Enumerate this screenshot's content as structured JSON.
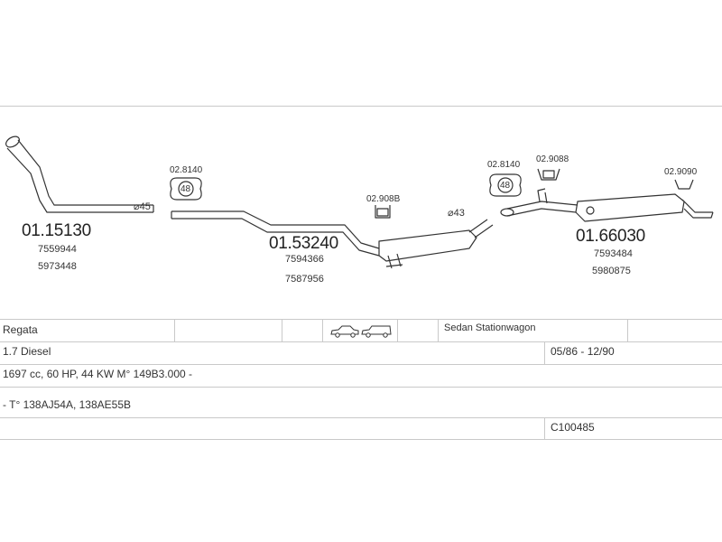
{
  "parts": {
    "front_pipe": {
      "number": "01.15130",
      "oe": [
        "7559944",
        "5973448"
      ],
      "diameter": "⌀45"
    },
    "clamp_front": {
      "number": "02.8140",
      "size": "48"
    },
    "middle_section": {
      "number": "01.53240",
      "oe": [
        "7594366",
        "7587956"
      ],
      "diameter": "⌀43"
    },
    "mount_middle": {
      "number": "02.908B"
    },
    "clamp_rear": {
      "number": "02.8140",
      "size": "48"
    },
    "mount_rear_a": {
      "number": "02.9088"
    },
    "mount_rear_b": {
      "number": "02.9090"
    },
    "rear_box": {
      "number": "01.66030",
      "oe": [
        "7593484",
        "5980875"
      ]
    }
  },
  "vehicle": {
    "model": "Regata",
    "body_types": "Sedan Stationwagon",
    "engine": "1.7 Diesel",
    "years": "05/86 - 12/90",
    "spec": "1697 cc, 60 HP, 44 KW M° 149B3.000 -",
    "type_codes": "- T° 138AJ54A, 138AE55B",
    "code": "C100485"
  },
  "icons": {
    "body": [
      "sedan-car-icon",
      "stationwagon-car-icon"
    ],
    "clamp": "clamp-icon",
    "mount": "rubber-mount-icon"
  }
}
